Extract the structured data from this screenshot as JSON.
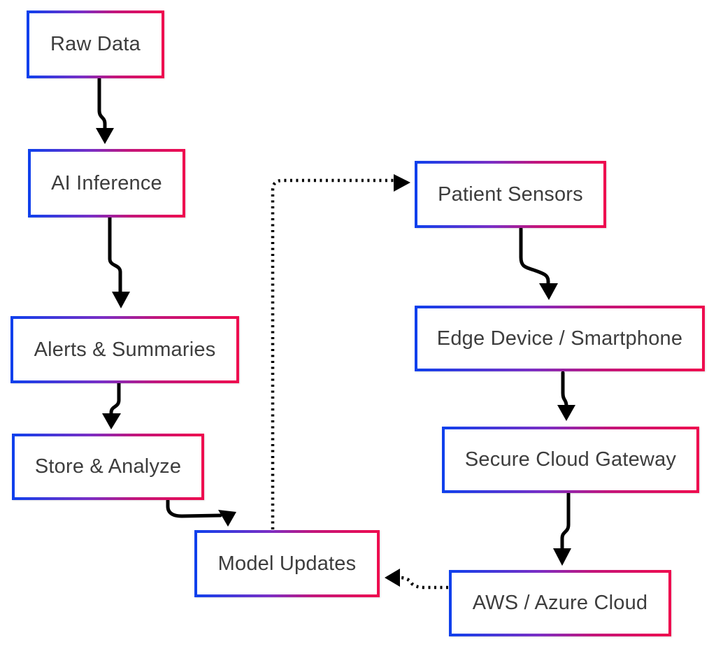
{
  "diagram": {
    "type": "flowchart",
    "background": "#ffffff",
    "nodes": [
      {
        "id": "raw-data",
        "label": "Raw Data"
      },
      {
        "id": "ai-inference",
        "label": "AI Inference"
      },
      {
        "id": "alerts-summaries",
        "label": "Alerts & Summaries"
      },
      {
        "id": "store-analyze",
        "label": "Store & Analyze"
      },
      {
        "id": "model-updates",
        "label": "Model Updates"
      },
      {
        "id": "patient-sensors",
        "label": "Patient Sensors"
      },
      {
        "id": "edge-device",
        "label": "Edge Device / Smartphone"
      },
      {
        "id": "secure-cloud-gateway",
        "label": "Secure Cloud Gateway"
      },
      {
        "id": "aws-azure-cloud",
        "label": "AWS / Azure Cloud"
      }
    ],
    "edges": [
      {
        "from": "raw-data",
        "to": "ai-inference",
        "style": "solid"
      },
      {
        "from": "ai-inference",
        "to": "alerts-summaries",
        "style": "solid"
      },
      {
        "from": "alerts-summaries",
        "to": "store-analyze",
        "style": "solid"
      },
      {
        "from": "store-analyze",
        "to": "model-updates",
        "style": "solid"
      },
      {
        "from": "model-updates",
        "to": "patient-sensors",
        "style": "dotted"
      },
      {
        "from": "patient-sensors",
        "to": "edge-device",
        "style": "solid"
      },
      {
        "from": "edge-device",
        "to": "secure-cloud-gateway",
        "style": "solid"
      },
      {
        "from": "secure-cloud-gateway",
        "to": "aws-azure-cloud",
        "style": "solid"
      },
      {
        "from": "aws-azure-cloud",
        "to": "model-updates",
        "style": "dotted"
      }
    ],
    "colors": {
      "node_border_gradient_start": "#1040ec",
      "node_border_gradient_mid": "#7a2ec5",
      "node_border_gradient_end": "#ee0b4f",
      "node_fill": "#ffffff",
      "node_text": "#3d3d3d",
      "arrow": "#000000"
    }
  }
}
